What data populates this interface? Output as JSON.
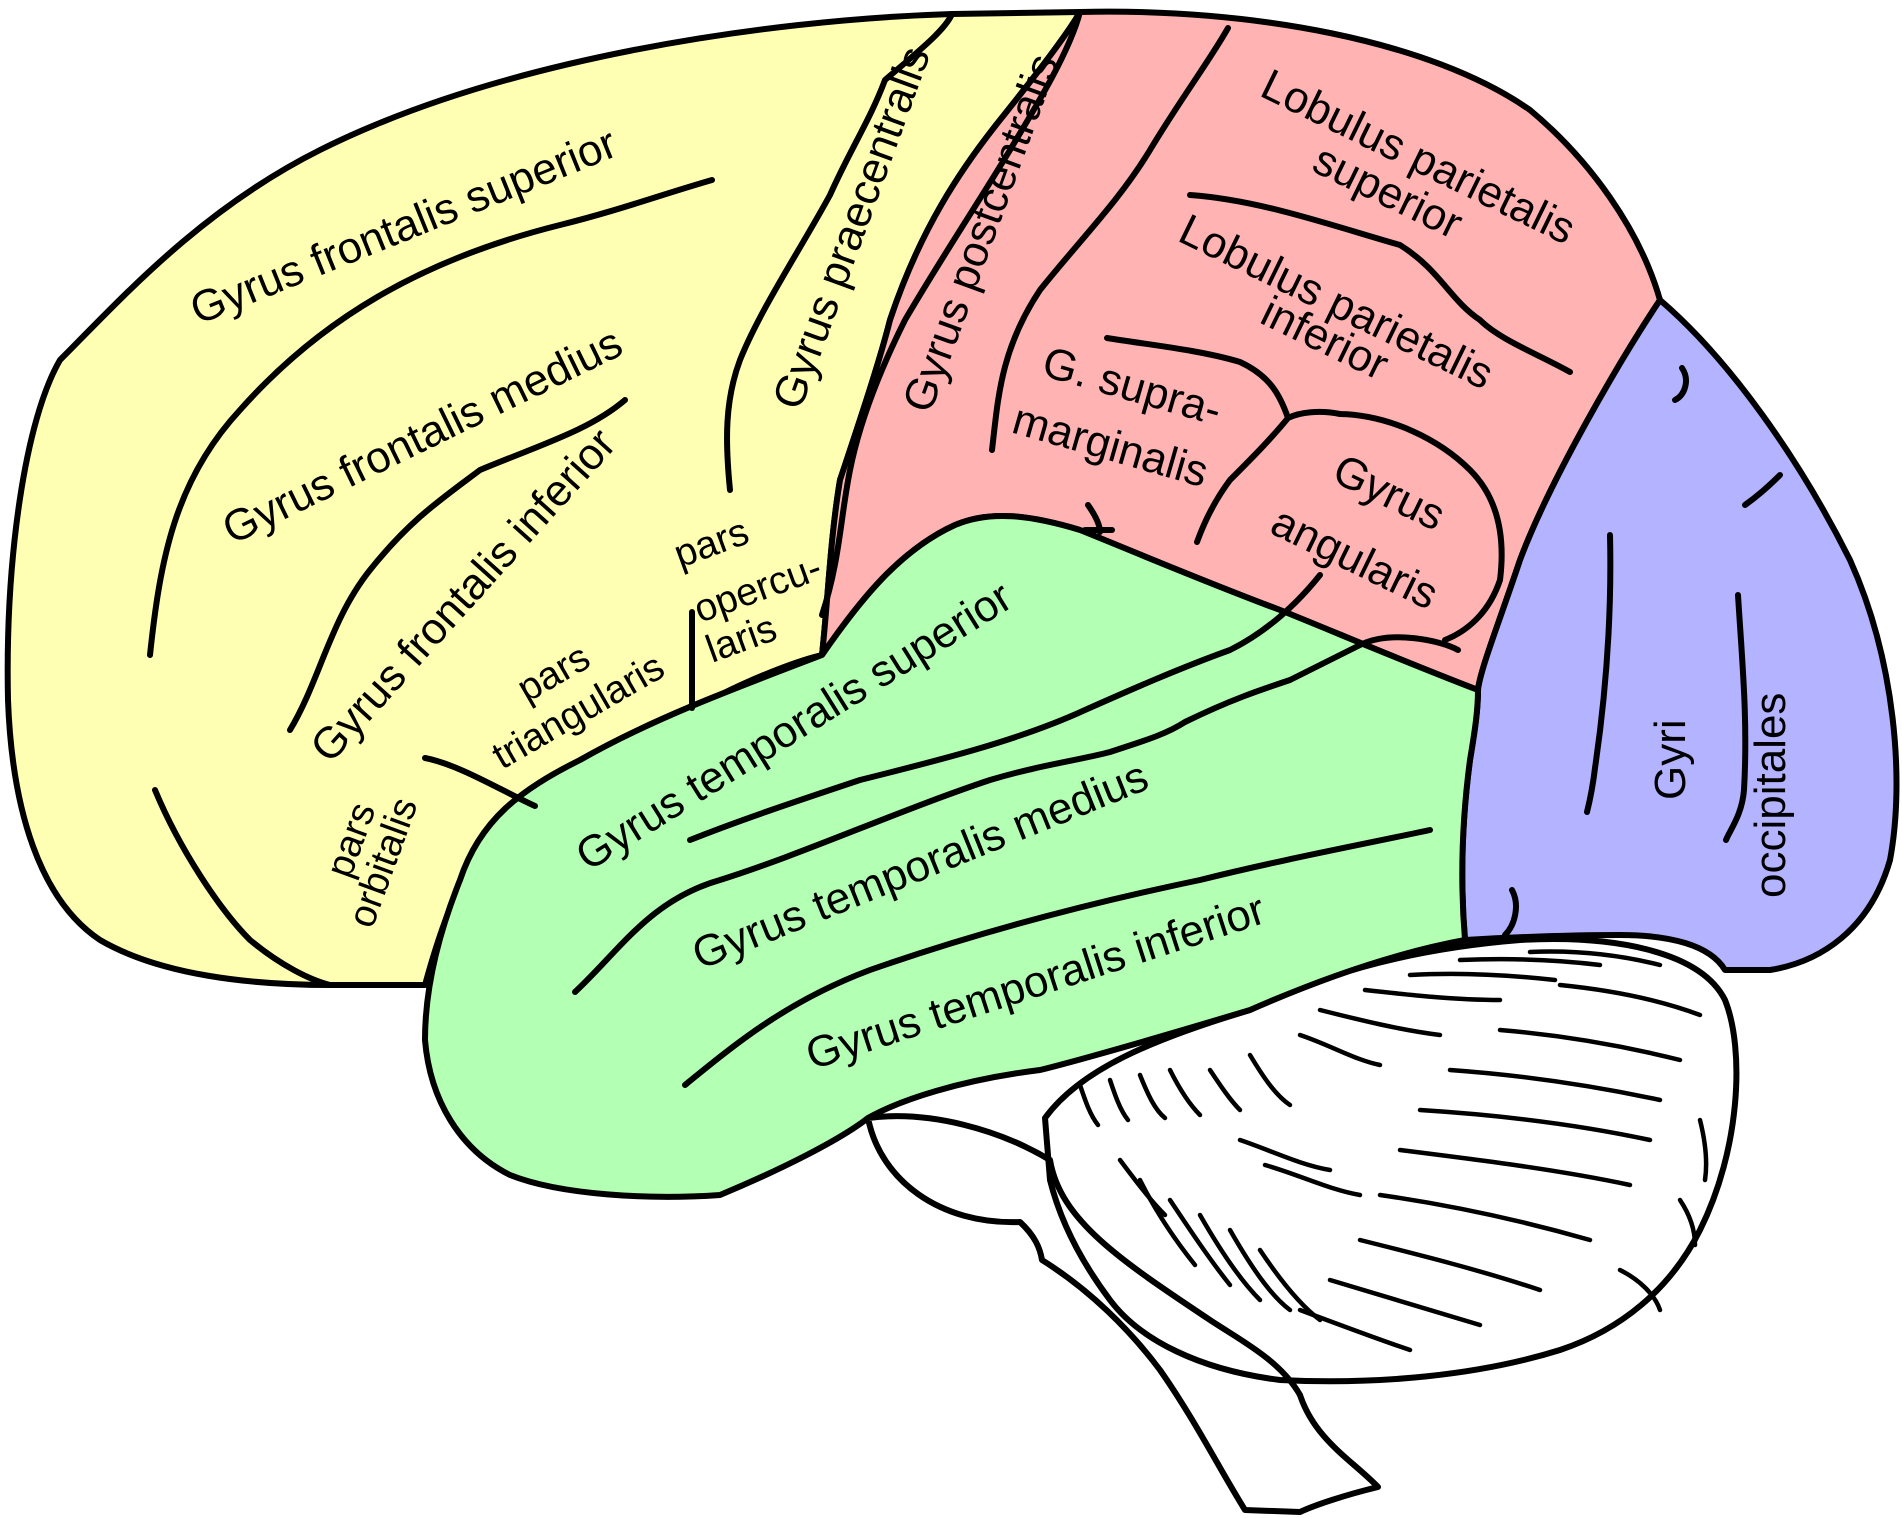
{
  "colors": {
    "frontal": "#ffffb3",
    "parietal": "#ffb3b3",
    "temporal": "#b3ffb3",
    "occipital": "#b3b3ff",
    "cerebellum": "#ffffff",
    "outline": "#000000"
  },
  "labels": {
    "gyrus_frontalis_superior": "Gyrus frontalis superior",
    "gyrus_frontalis_medius": "Gyrus frontalis medius",
    "gyrus_frontalis_inferior": "Gyrus frontalis inferior",
    "gyrus_praecentralis": "Gyrus praecentralis",
    "gyrus_postcentralis": "Gyrus postcentralis",
    "lobulus_parietalis_superior_1": "Lobulus parietalis",
    "lobulus_parietalis_superior_2": "superior",
    "lobulus_parietalis_inferior_1": "Lobulus parietalis",
    "lobulus_parietalis_inferior_2": "inferior",
    "g_supramarginalis_1": "G. supra-",
    "g_supramarginalis_2": "marginalis",
    "gyrus_angularis_1": "Gyrus",
    "gyrus_angularis_2": "angularis",
    "pars_opercularis_1": "pars",
    "pars_opercularis_2": "opercu-",
    "pars_opercularis_3": "laris",
    "pars_triangularis_1": "pars",
    "pars_triangularis_2": "triangularis",
    "pars_orbitalis_1": "pars",
    "pars_orbitalis_2": "orbitalis",
    "gyrus_temporalis_superior": "Gyrus temporalis superior",
    "gyrus_temporalis_medius": "Gyrus temporalis medius",
    "gyrus_temporalis_inferior": "Gyrus temporalis inferior",
    "gyri_occipitales_1": "Gyri",
    "gyri_occipitales_2": "occipitales"
  }
}
